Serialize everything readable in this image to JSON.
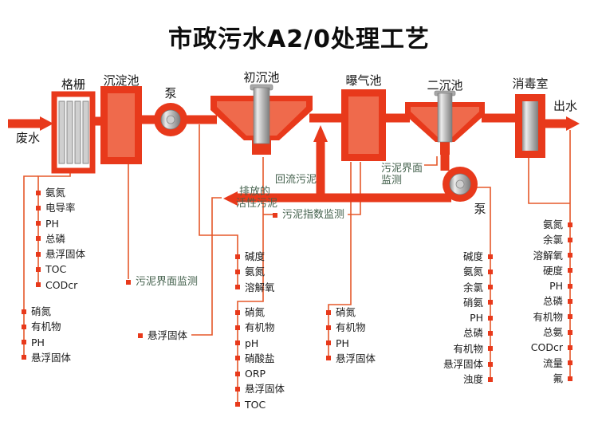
{
  "title": "市政污水A2/0处理工艺",
  "units": {
    "influent": "废水",
    "grid": "格栅",
    "sedimentation": "沉淀池",
    "pump1": "泵",
    "primary_clarifier": "初沉池",
    "aeration": "曝气池",
    "secondary_clarifier": "二沉池",
    "pump2": "泵",
    "disinfection": "消毒室",
    "effluent": "出水"
  },
  "annotations": {
    "return_sludge": "回流污泥",
    "discharge_line1": "排放的",
    "discharge_line2": "活性污泥",
    "sludge_index": "污泥指数监测",
    "interface_left": "污泥界面监测",
    "interface_right_line1": "污泥界面",
    "interface_right_line2": "监测",
    "suspended_single": "悬浮固体"
  },
  "lists": {
    "grid_params": [
      "氨氮",
      "电导率",
      "PH",
      "总磷",
      "悬浮固体",
      "TOC",
      "CODcr"
    ],
    "influent_params": [
      "硝氮",
      "有机物",
      "PH",
      "悬浮固体"
    ],
    "primary_inlet_params": [
      "碱度",
      "氨氮",
      "溶解氧"
    ],
    "primary_outlet_params": [
      "硝氮",
      "有机物",
      "pH",
      "硝酸盐",
      "ORP",
      "悬浮固体",
      "TOC"
    ],
    "aeration_params": [
      "硝氮",
      "有机物",
      "PH",
      "悬浮固体"
    ],
    "secondary_params": [
      "碱度",
      "氨氮",
      "余氯",
      "硝氨",
      "PH",
      "总磷",
      "有机物",
      "悬浮固体",
      "浊度"
    ],
    "effluent_params": [
      "氨氮",
      "余氯",
      "溶解氧",
      "硬度",
      "PH",
      "总磷",
      "有机物",
      "总氨",
      "CODcr",
      "流量",
      "氟"
    ]
  },
  "colors": {
    "pipe_red": "#e8391b",
    "tank_inner_red": "#ef6a4c",
    "wire_orange": "#e5582a",
    "annotation_green": "#45624e",
    "text_black": "#1c1c1c"
  }
}
